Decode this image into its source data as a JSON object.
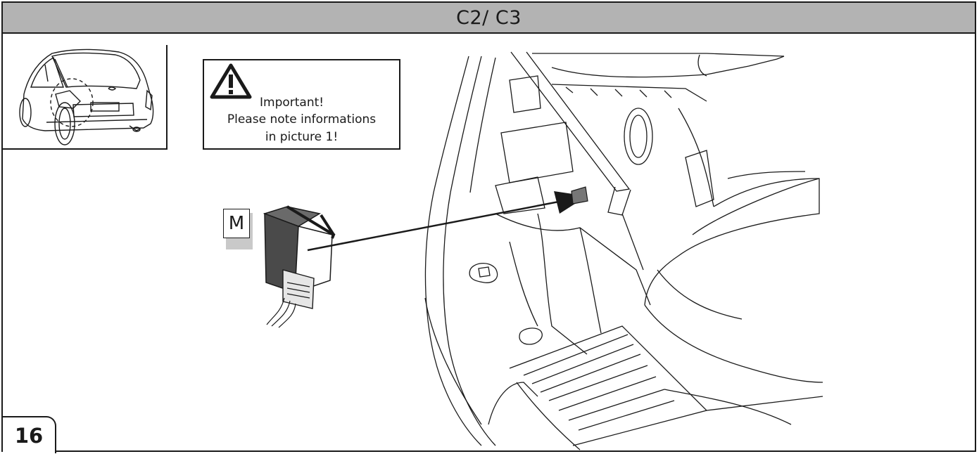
{
  "header": {
    "title": "C2/ C3"
  },
  "notice": {
    "line_1": "Important!",
    "line_2": "Please note informations",
    "line_3": "in picture 1!",
    "icon": "warning-triangle-icon"
  },
  "part_label": "M",
  "step_number": "16",
  "colors": {
    "title_bar": "#b3b3b3",
    "ink": "#1a1a1a",
    "module": "#4a4a4a",
    "label_shadow": "#c9c9c9"
  }
}
